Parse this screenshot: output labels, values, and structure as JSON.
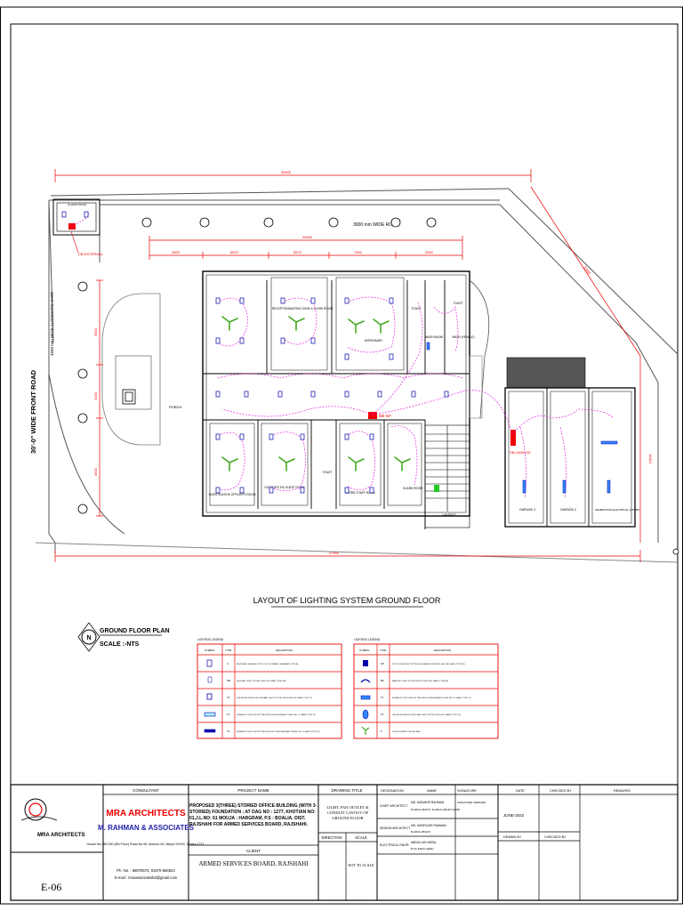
{
  "plan": {
    "dimensions": {
      "overall_top": "36500",
      "overall_bottom": "47900",
      "diag_top": "11920",
      "right_vertical": "18410",
      "inner_total": "25400",
      "segment_1": "4500",
      "segment_2": "6870",
      "segment_3": "5570",
      "segment_4": "7400",
      "segment_5": "3300",
      "left_1": "5500",
      "left_2": "3200",
      "left_3": "4500"
    },
    "road_top": "3000 mm WIDE ROAD",
    "road_left": "30'-0\" WIDE FRONT ROAD",
    "gate_label": "4500 mm WIDE AUTOMATIC GATE",
    "guard_room_label": "GUARD ROOM",
    "db_external": "DB-EXTERNAL",
    "db_gf": "DB-GF",
    "db_garage": "DB-GARAGE",
    "rooms": {
      "r1": "",
      "r2": "RECEPTION/WAITING ZONE & CLERK ROOM",
      "r3": "DISPENSARY",
      "r4": "TOILET",
      "r5": "TOILET",
      "r6": "WASH BASIN",
      "r7": "WASH (FEMALE)",
      "r8": "INVESTIGATION OFFICER'S ROOM",
      "r9": "DOCTOR'S P/A GUEST ROOM",
      "r10": "TOILET",
      "r11": "STORE/ STAFF ROOM",
      "r12": "GUARD ROOM",
      "porch": "PORCH",
      "landing": "LANDING",
      "garage1": "GARAGE-1",
      "garage2": "GARAGE-2",
      "generator": "GENERATOR ELECTRICAL & PUMP"
    },
    "layout_title": "LAYOUT OF LIGHTING SYSTEM GROUND FLOOR",
    "plan_title": "GROUND FLOOR PLAN",
    "plan_scale": "SCALE :-NTS",
    "north": "N"
  },
  "legend_left": {
    "title": "LIGHTING LEGEND",
    "headers": [
      "SYMBOL",
      "TYPE",
      "DESCRIPTION"
    ],
    "rows": [
      {
        "type": "A",
        "desc": "RECESSED SURFACE TYPE 1'X4' LED PANEL LUMINAIRE (TYPE A)"
      },
      {
        "type": "HB",
        "desc": "HIGH BAY LIGHT FITTING 100W LED LAMP (TYPE HB)"
      },
      {
        "type": "T2",
        "desc": "CEILING MOUNTED LED SQUARE LIGHT FITTING WITH 18W LED LAMP (TYPE T2)"
      },
      {
        "type": "T3",
        "desc": "SURFACE TYPE LIGHT FITTING WITH DIFFUSER AND 1X36W LED TL LAMP (TYPE T3)"
      },
      {
        "type": "T4",
        "desc": "SURFACE TYPE LIGHT FITTING WITHOUT DIFFUSER AND 1X36W LED TL LAMP (TYPE T4)"
      }
    ]
  },
  "legend_right": {
    "title": "LIGHTING LEGEND",
    "headers": [
      "SYMBOL",
      "TYPE",
      "DESCRIPTION"
    ],
    "rows": [
      {
        "type": "SP",
        "desc": "SPOT DOWN LIGHT FITTING FOR BATHROOM WITH 10W LED LAMP (TYPE SP)"
      },
      {
        "type": "BK",
        "desc": "BRACKET LIGHT FITTING WITH 1X18W LED LAMP (TYPE BK)"
      },
      {
        "type": "T1",
        "desc": "SURFACE TYPE LIGHT FITTING WITH DIFFUSER AND 1X18W LED TL LAMP (TYPE T1)"
      },
      {
        "type": "T5",
        "desc": "CEILING MOUNTED CIRCULAR LIGHT FITTING WITH LED LAMP (TYPE T5)"
      },
      {
        "type": "F",
        "desc": "56 INCH SWEEP CEILING FAN"
      }
    ]
  },
  "title_block": {
    "logo_text": "MRA ARCHITECTS",
    "sheet_no": "E-06",
    "consultant_label": "CONSULTANT",
    "firm_name": "MRA ARCHITECTS",
    "firm_sub": "M. RAHMAN & ASSOCIATES",
    "firm_address": "House No.389,390 (5th Floor) Road No.06, Avenue-04, Mirpur DOHS, Dhaka-1217.",
    "firm_phone": "Ph. No. : 58070573, 01670-566623",
    "firm_email": "E-mail : mraassociatesbd@gmail.com",
    "project_label": "PROJECT NAME",
    "project_name": "PROPOSED 3(THREE) STORIED OFFICE BUILDING (WITH 3-STORIED) FOUNDATION ; AT DAG NO : 1277, KHOTIAN NO: 01,J.L.NO: 61 MOUJA : HARGRAM, P.S : BOALIA, DIST. RAJSHAHI FOR ARMED SERVICES BOARD, RAJSHAHI.",
    "client_label": "CLIENT",
    "client_name": "ARMED SERVICES BOARD, RAJSHAHI",
    "drawing_label": "DRAWING TITLE",
    "drawing_title": "LIGHT, FAN OUTLET & CONDUIT LAYOUT OF GROUND FLOOR",
    "direction_label": "DIRECTION",
    "scale_label": "SCALE",
    "scale_value": "NOT TO SCALE",
    "design_label": "DESIGNATION",
    "name_label": "NAME",
    "signature_label": "SIGNATURE",
    "chief_arch_label": "CHIEF ARCHITECT",
    "chief_arch_name": "MD. MIZANUR RAHMAN",
    "chief_arch_qual": "B.ARCH (BUET), M.ARCH (BUET) MIAB",
    "chief_arch_sign": "SIGNATURE VERIFIED",
    "design_arch_label": "DESIGN ARCHITECT",
    "design_arch_name": "MD. MUSFIQUR RAHMAN",
    "design_arch_qual": "B.ARCH (BUET)",
    "elec_eng_label": "ELECTRICAL ENGR.",
    "elec_eng_name": "ABDULLAH NEZAL",
    "elec_eng_qual": "B.SC ENGG (EEE)",
    "date_label": "DATE",
    "date_value": "JUNE-2022",
    "drawn_label": "DRAWN BY",
    "checked_label": "CHECKED BY",
    "remarks_label": "REMARKS"
  }
}
